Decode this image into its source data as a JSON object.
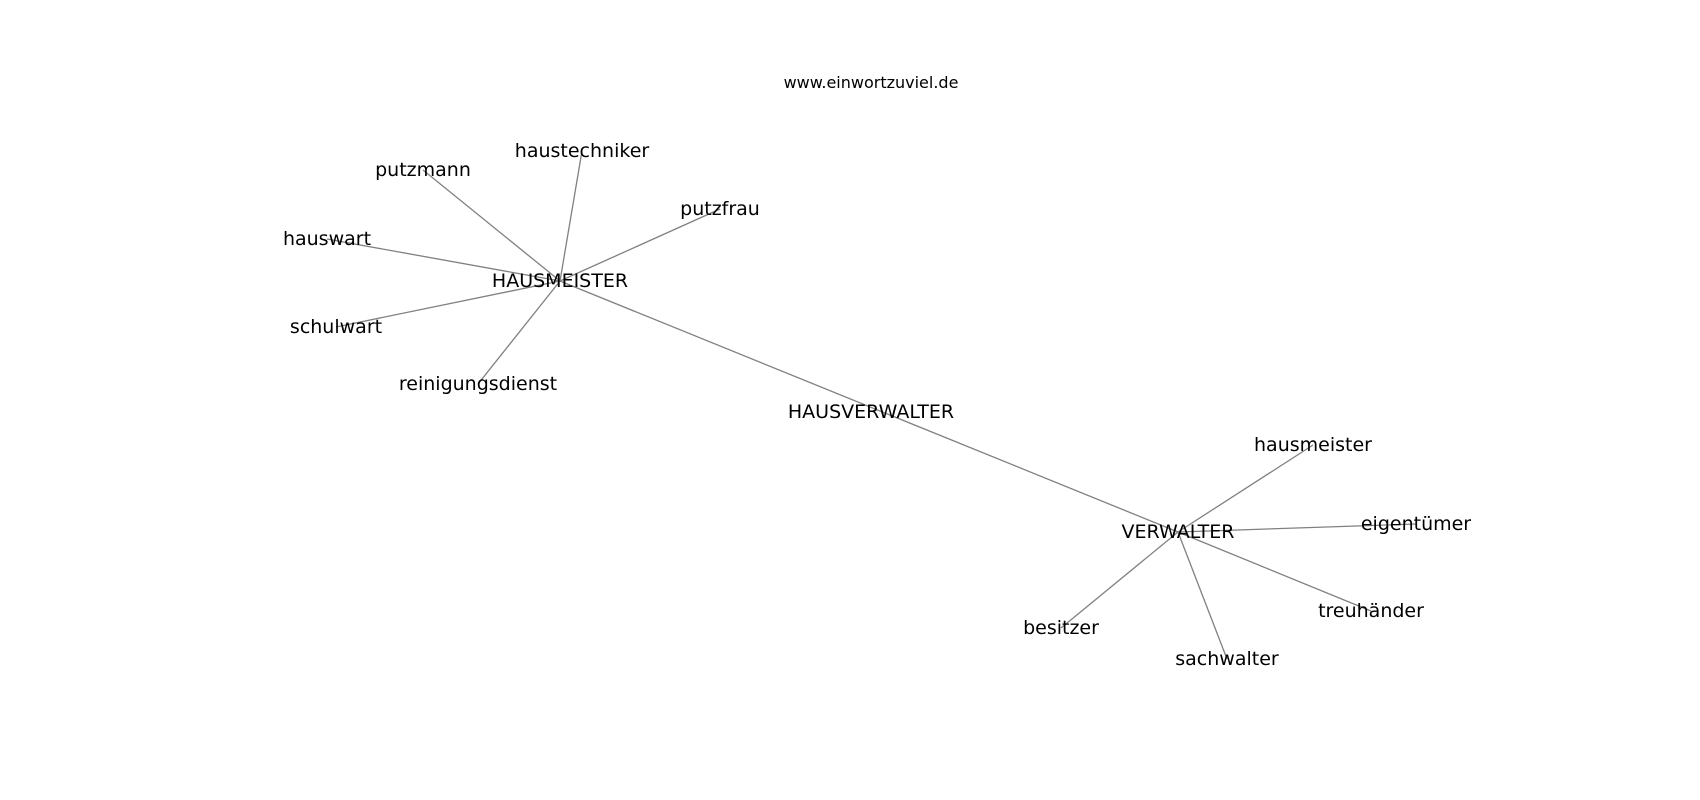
{
  "watermark": "www.einwortzuviel.de",
  "graph": {
    "nodes": [
      {
        "id": "HAUSVERWALTER",
        "label": "HAUSVERWALTER"
      },
      {
        "id": "HAUSMEISTER",
        "label": "HAUSMEISTER"
      },
      {
        "id": "VERWALTER",
        "label": "VERWALTER"
      },
      {
        "id": "haustechniker",
        "label": "haustechniker"
      },
      {
        "id": "putzmann",
        "label": "putzmann"
      },
      {
        "id": "putzfrau",
        "label": "putzfrau"
      },
      {
        "id": "hauswart",
        "label": "hauswart"
      },
      {
        "id": "schulwart",
        "label": "schulwart"
      },
      {
        "id": "reinigungsdienst",
        "label": "reinigungsdienst"
      },
      {
        "id": "hausmeister",
        "label": "hausmeister"
      },
      {
        "id": "eigentuemer",
        "label": "eigentümer"
      },
      {
        "id": "treuhaender",
        "label": "treuhänder"
      },
      {
        "id": "besitzer",
        "label": "besitzer"
      },
      {
        "id": "sachwalter",
        "label": "sachwalter"
      }
    ],
    "edges": [
      {
        "source": "HAUSMEISTER",
        "target": "VERWALTER"
      },
      {
        "source": "HAUSMEISTER",
        "target": "haustechniker"
      },
      {
        "source": "HAUSMEISTER",
        "target": "putzmann"
      },
      {
        "source": "HAUSMEISTER",
        "target": "putzfrau"
      },
      {
        "source": "HAUSMEISTER",
        "target": "hauswart"
      },
      {
        "source": "HAUSMEISTER",
        "target": "schulwart"
      },
      {
        "source": "HAUSMEISTER",
        "target": "reinigungsdienst"
      },
      {
        "source": "VERWALTER",
        "target": "hausmeister"
      },
      {
        "source": "VERWALTER",
        "target": "eigentuemer"
      },
      {
        "source": "VERWALTER",
        "target": "treuhaender"
      },
      {
        "source": "VERWALTER",
        "target": "besitzer"
      },
      {
        "source": "VERWALTER",
        "target": "sachwalter"
      }
    ]
  }
}
